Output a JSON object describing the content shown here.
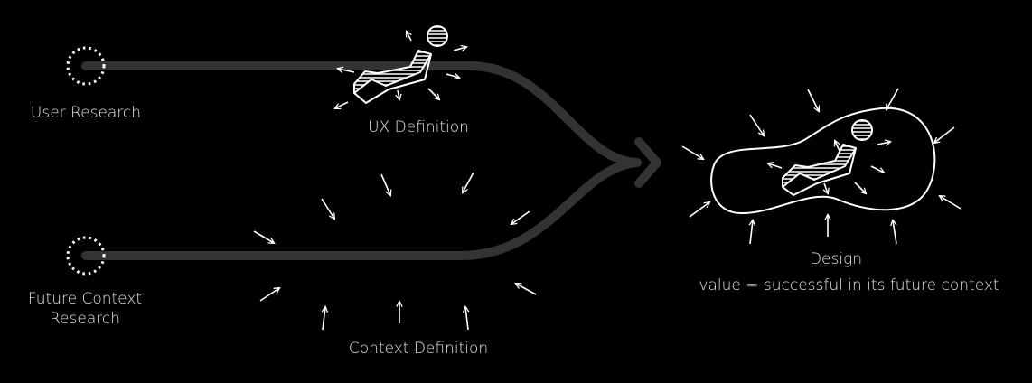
{
  "labels": {
    "user_research": "User Research",
    "future_context_research": "Future Context\nResearch",
    "ux_definition": "UX Definition",
    "context_definition": "Context Definition",
    "design": "Design",
    "design_value": "value = successful in its future context"
  },
  "colors": {
    "background": "#000000",
    "flow_path": "#333333",
    "stroke": "#ffffff",
    "text": "#e6e6e6"
  },
  "icons": {
    "start_nodes": "dotted-circle-icon",
    "seated_person": "seated-person-icon",
    "influence_arrows": "small-arrow-icon",
    "merge_arrow": "chevron-right-icon",
    "design_boundary": "blob-outline-icon"
  }
}
